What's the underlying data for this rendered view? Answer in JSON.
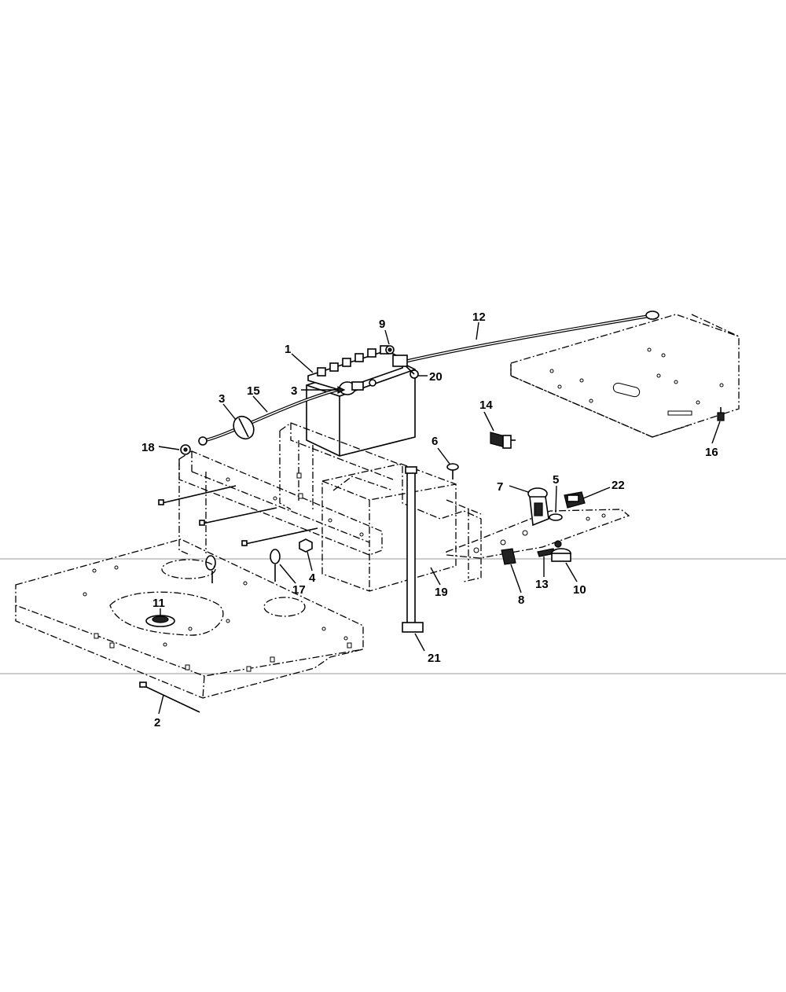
{
  "callouts": {
    "c1": "1",
    "c2": "2",
    "c3a": "3",
    "c3b": "3",
    "c4": "4",
    "c5": "5",
    "c6": "6",
    "c7": "7",
    "c8": "8",
    "c9": "9",
    "c10": "10",
    "c11": "11",
    "c12": "12",
    "c13": "13",
    "c14": "14",
    "c15": "15",
    "c16": "16",
    "c17": "17",
    "c18": "18",
    "c19": "19",
    "c20": "20",
    "c21": "21",
    "c22": "22"
  },
  "colors": {
    "line": "#000000",
    "background": "#ffffff",
    "reference_line": "#9a9a9a"
  }
}
